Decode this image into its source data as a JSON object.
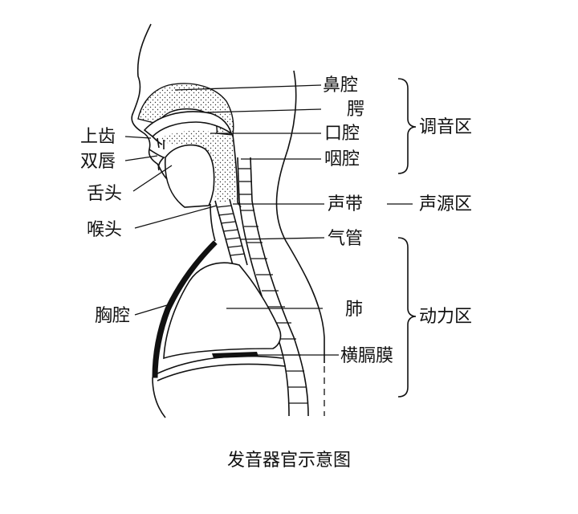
{
  "labels": {
    "nasal_cavity": "鼻腔",
    "palate": "腭",
    "oral_cavity": "口腔",
    "pharynx": "咽腔",
    "upper_teeth": "上齿",
    "lips": "双唇",
    "tongue": "舌头",
    "larynx": "喉头",
    "vocal_cords": "声带",
    "trachea": "气管",
    "chest_cavity": "胸腔",
    "lung": "肺",
    "diaphragm": "横膈膜"
  },
  "regions": {
    "articulation": "调音区",
    "voice_source": "声源区",
    "power": "动力区"
  },
  "caption": "发音器官示意图"
}
